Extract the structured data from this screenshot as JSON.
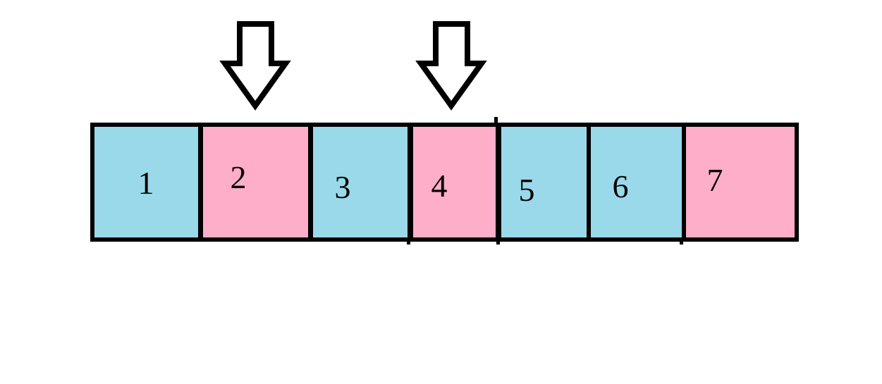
{
  "figure": {
    "cells": [
      {
        "label": "1",
        "fill": "blue"
      },
      {
        "label": "2",
        "fill": "pink"
      },
      {
        "label": "3",
        "fill": "blue"
      },
      {
        "label": "4",
        "fill": "pink"
      },
      {
        "label": "5",
        "fill": "blue"
      },
      {
        "label": "6",
        "fill": "blue"
      },
      {
        "label": "7",
        "fill": "pink"
      }
    ],
    "palette": {
      "blue": "#99D9EA",
      "pink": "#FFAEC9",
      "outline": "#000000",
      "background": "#FFFFFF",
      "arrow_fill": "#FFFFFF"
    },
    "arrows": [
      {
        "icon": "down-arrow-icon",
        "points_to_cell_label": "2"
      },
      {
        "icon": "down-arrow-icon",
        "points_to_cell_label": "4"
      }
    ]
  }
}
